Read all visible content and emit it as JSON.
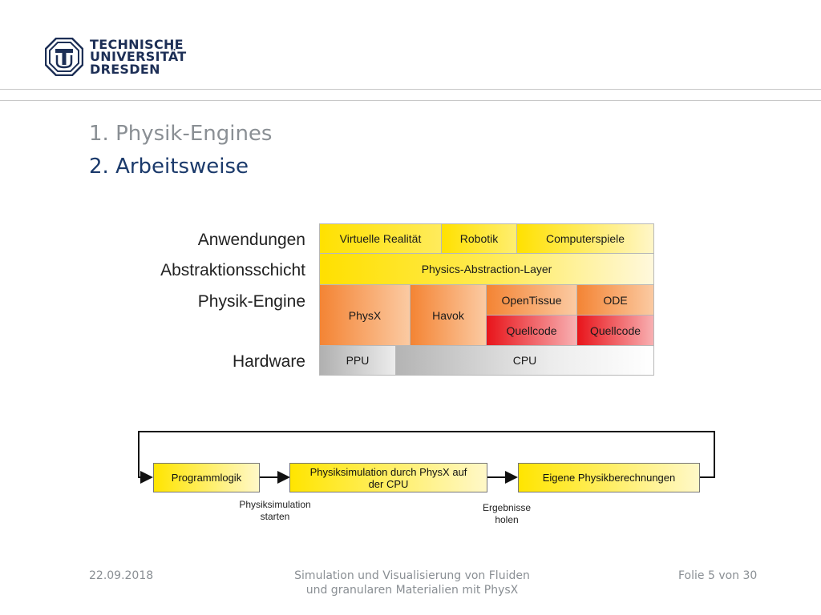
{
  "logo": {
    "icon": "tu-dresden-logo-icon",
    "lines": [
      "TECHNISCHE",
      "UNIVERSITÄT",
      "DRESDEN"
    ]
  },
  "agenda": {
    "item1": "1. Physik-Engines",
    "item2": "2. Arbeitsweise"
  },
  "layer_diagram": {
    "labels": {
      "anwendungen": "Anwendungen",
      "abstraktion": "Abstraktionsschicht",
      "engine": "Physik-Engine",
      "hardware": "Hardware"
    },
    "cells": {
      "virtuelle_realitaet": "Virtuelle Realität",
      "robotik": "Robotik",
      "computerspiele": "Computerspiele",
      "pal": "Physics-Abstraction-Layer",
      "physx": "PhysX",
      "havok": "Havok",
      "opentissue": "OpenTissue",
      "ode": "ODE",
      "quellcode_1": "Quellcode",
      "quellcode_2": "Quellcode",
      "ppu": "PPU",
      "cpu": "CPU"
    },
    "colors": {
      "yellow": "#ffe500",
      "orange": "#f58a3c",
      "red": "#e8161a",
      "gray": "#b4b4b4"
    }
  },
  "flow": {
    "programmlogik": "Programmlogik",
    "physiksim_line1": "Physiksimulation durch PhysX auf",
    "physiksim_line2": "der CPU",
    "eigene": "Eigene Physikberechnungen",
    "caption_start_1": "Physiksimulation",
    "caption_start_2": "starten",
    "caption_holen_1": "Ergebnisse",
    "caption_holen_2": "holen"
  },
  "footer": {
    "date": "22.09.2018",
    "title_line1": "Simulation und Visualisierung von Fluiden",
    "title_line2": "und granularen Materialien mit PhysX",
    "slide": "Folie 5 von 30"
  }
}
